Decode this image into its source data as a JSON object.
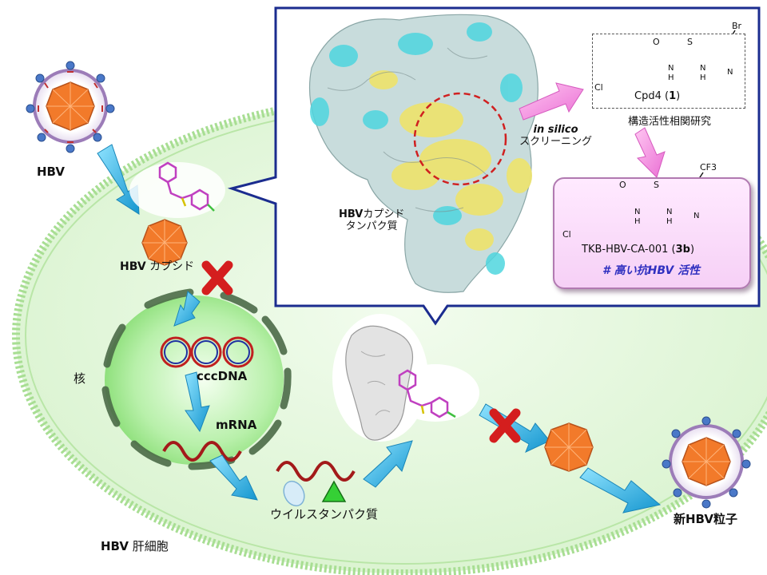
{
  "labels": {
    "hbv": "HBV",
    "capsid_label": "カプシド",
    "capsid_prefix": "HBV",
    "nucleus": "核",
    "cccdna": "cccDNA",
    "mrna": "mRNA",
    "viral_protein": "ウイルスタンパク質",
    "hepatocyte_prefix": "HBV",
    "hepatocyte": "肝細胞",
    "new_hbv": "新HBV粒子",
    "capsid_protein_line1_prefix": "HBV",
    "capsid_protein_line1": "カプシド",
    "capsid_protein_line2": "タンパク質",
    "in_silico": "in silico",
    "screening": "スクリーニング",
    "sar": "構造活性相関研究",
    "cpd4_name": "Cpd4 (",
    "cpd4_num": "1",
    "cpd4_close": ")",
    "tkb_name": "TKB-HBV-CA-001 (",
    "tkb_num": "3b",
    "tkb_close": ")",
    "activity_note": "# 高い抗HBV 活性"
  },
  "chem_atoms": {
    "cl": "Cl",
    "o": "O",
    "s": "S",
    "n": "N",
    "h": "H",
    "br": "Br",
    "cf3": "CF3"
  },
  "colors": {
    "cell_fill": "#e2f7d8",
    "membrane": "#9ed88a",
    "nucleus_fill": "#ccf5c2",
    "inset_border": "#1b2c8f",
    "arrow_blue": "#29b4e6",
    "arrow_pink": "#f28ce0",
    "capsid_orange": "#f27a2a",
    "x_mark": "#d41e1e",
    "mrna": "#a31a1a",
    "ligand": "#c040c0"
  }
}
